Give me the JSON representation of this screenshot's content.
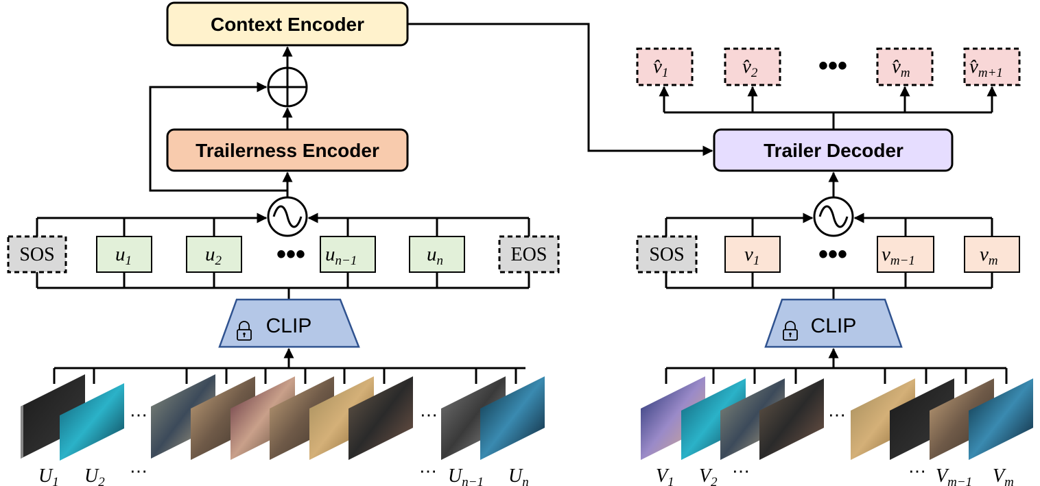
{
  "blocks": {
    "context_encoder": "Context Encoder",
    "trailerness_encoder": "Trailerness Encoder",
    "trailer_decoder": "Trailer Decoder",
    "clip_left": "CLIP",
    "clip_right": "CLIP"
  },
  "left_tokens": {
    "sos": "SOS",
    "u1": "u",
    "u1_sub": "1",
    "u2": "u",
    "u2_sub": "2",
    "dots": "•••",
    "un1": "u",
    "un1_sub": "n−1",
    "un": "u",
    "un_sub": "n",
    "eos": "EOS"
  },
  "right_tokens": {
    "sos": "SOS",
    "v1": "v",
    "v1_sub": "1",
    "dots": "•••",
    "vm1": "v",
    "vm1_sub": "m−1",
    "vm": "v",
    "vm_sub": "m"
  },
  "outputs": {
    "o1": "v̂",
    "o1_sub": "1",
    "o2": "v̂",
    "o2_sub": "2",
    "dots": "•••",
    "om": "v̂",
    "om_sub": "m",
    "om1": "v̂",
    "om1_sub": "m+1"
  },
  "left_frame_labels": {
    "U1": "U",
    "U1_sub": "1",
    "U2": "U",
    "U2_sub": "2",
    "dots_a": "⋯",
    "dots_b": "⋯",
    "Un1": "U",
    "Un1_sub": "n−1",
    "Un": "U",
    "Un_sub": "n"
  },
  "right_frame_labels": {
    "V1": "V",
    "V1_sub": "1",
    "V2": "V",
    "V2_sub": "2",
    "dots_a": "⋯",
    "dots_b": "⋯",
    "Vm1": "V",
    "Vm1_sub": "m−1",
    "Vm": "V",
    "Vm_sub": "m"
  },
  "frame_dots": {
    "left_a": "⋯",
    "left_b": "⋯",
    "right_a": "⋯"
  },
  "colors": {
    "context_encoder_fill": "#fff2cc",
    "trailerness_fill": "#f8cbad",
    "decoder_fill": "#e6ddff",
    "clip_fill": "#b4c7e7",
    "clip_stroke": "#2f528f",
    "token_u_fill": "#e2f0d9",
    "token_v_fill": "#fce4d6",
    "special_token_fill": "#d9d9d9",
    "output_fill": "#f8d7d7"
  },
  "icons": [
    "lock-icon",
    "oplus-icon",
    "shuffle-icon",
    "arrow-head"
  ]
}
